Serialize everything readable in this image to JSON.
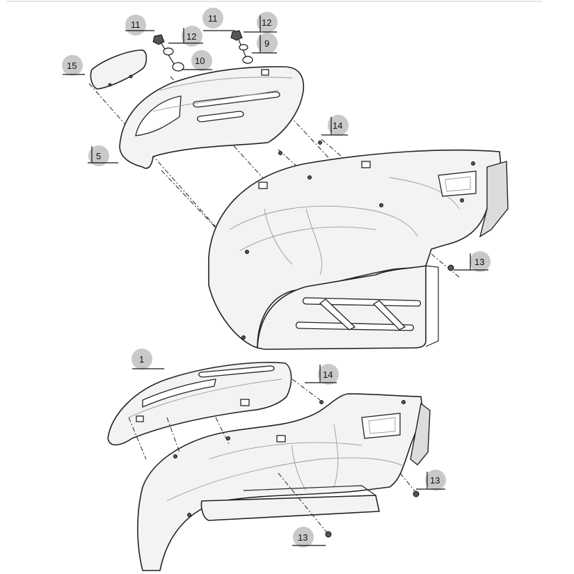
{
  "diagram": {
    "callouts": [
      {
        "id": "c-11a",
        "label": "11",
        "style": "bubble"
      },
      {
        "id": "c-12a",
        "label": "12",
        "style": "bubble"
      },
      {
        "id": "c-11b",
        "label": "11",
        "style": "plain"
      },
      {
        "id": "c-12b",
        "label": "12",
        "style": "bubble"
      },
      {
        "id": "c-10",
        "label": "10",
        "style": "bubble"
      },
      {
        "id": "c-9",
        "label": "9",
        "style": "bubble"
      },
      {
        "id": "c-15",
        "label": "15",
        "style": "bubble"
      },
      {
        "id": "c-5",
        "label": "5",
        "style": "bubble"
      },
      {
        "id": "c-14a",
        "label": "14",
        "style": "bubble"
      },
      {
        "id": "c-13a",
        "label": "13",
        "style": "bubble"
      },
      {
        "id": "c-1",
        "label": "1",
        "style": "bubble"
      },
      {
        "id": "c-14b",
        "label": "14",
        "style": "bubble"
      },
      {
        "id": "c-13b",
        "label": "13",
        "style": "bubble"
      },
      {
        "id": "c-13c",
        "label": "13",
        "style": "bubble"
      }
    ]
  }
}
